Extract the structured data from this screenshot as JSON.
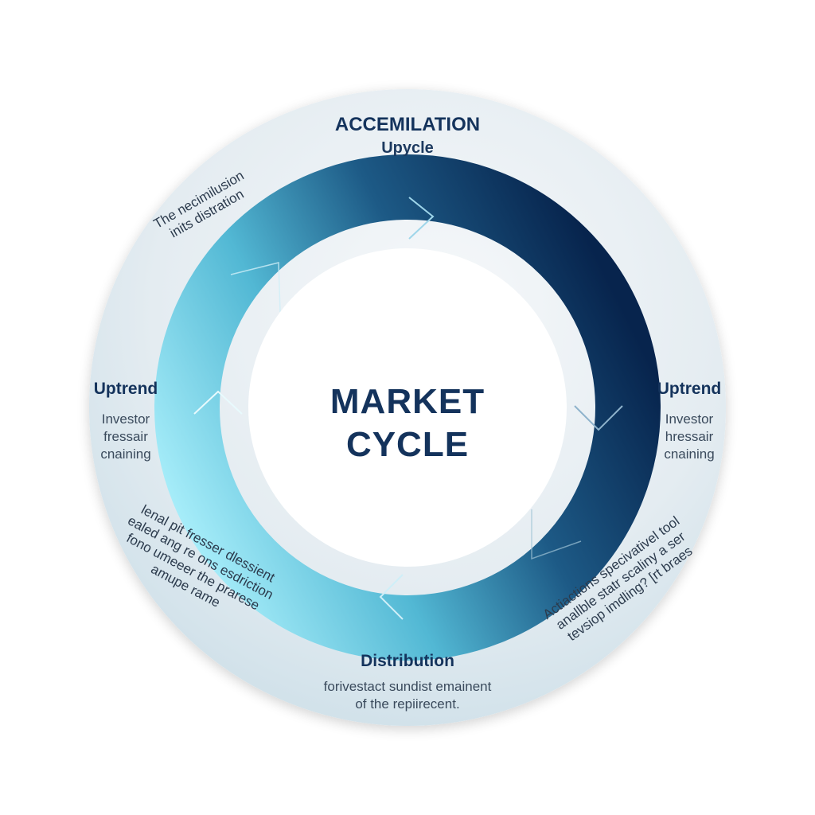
{
  "center": {
    "line1": "MARKET",
    "line2": "CYCLE"
  },
  "phases": {
    "top": {
      "title": "ACCEMILATION",
      "subtitle": "Upycle"
    },
    "left": {
      "title": "Uptrend",
      "desc": [
        "Investor",
        "fressair",
        "cnaining"
      ]
    },
    "right": {
      "title": "Uptrend",
      "desc": [
        "Investor",
        "hressair",
        "cnaining"
      ]
    },
    "bottom": {
      "title": "Distribution",
      "desc": [
        "forivestact sundist emainent",
        "of the repiirecent."
      ]
    }
  },
  "notes": {
    "upper_left": [
      "The necimilusion",
      "inits distration"
    ],
    "lower_left": [
      "lenal pit fresser dlessient",
      "ealed ang re ons esdriction",
      "fono umeeer the prarese",
      "amupe rame"
    ],
    "lower_right": [
      "Actiactions specivativel tool",
      "anallble statr scaliny a ser",
      "tevsiop imdling? [rt braes"
    ]
  },
  "colors": {
    "outer_ring": "#dde8ef",
    "inner_ring_light": "#9ee6f6",
    "inner_ring_mid": "#3aa0c0",
    "inner_ring_dark": "#0b2a55",
    "title_text": "#14335c"
  },
  "icons": [
    "chevron-right-icon",
    "chevron-down-icon",
    "chevron-left-icon",
    "chevron-up-icon"
  ]
}
